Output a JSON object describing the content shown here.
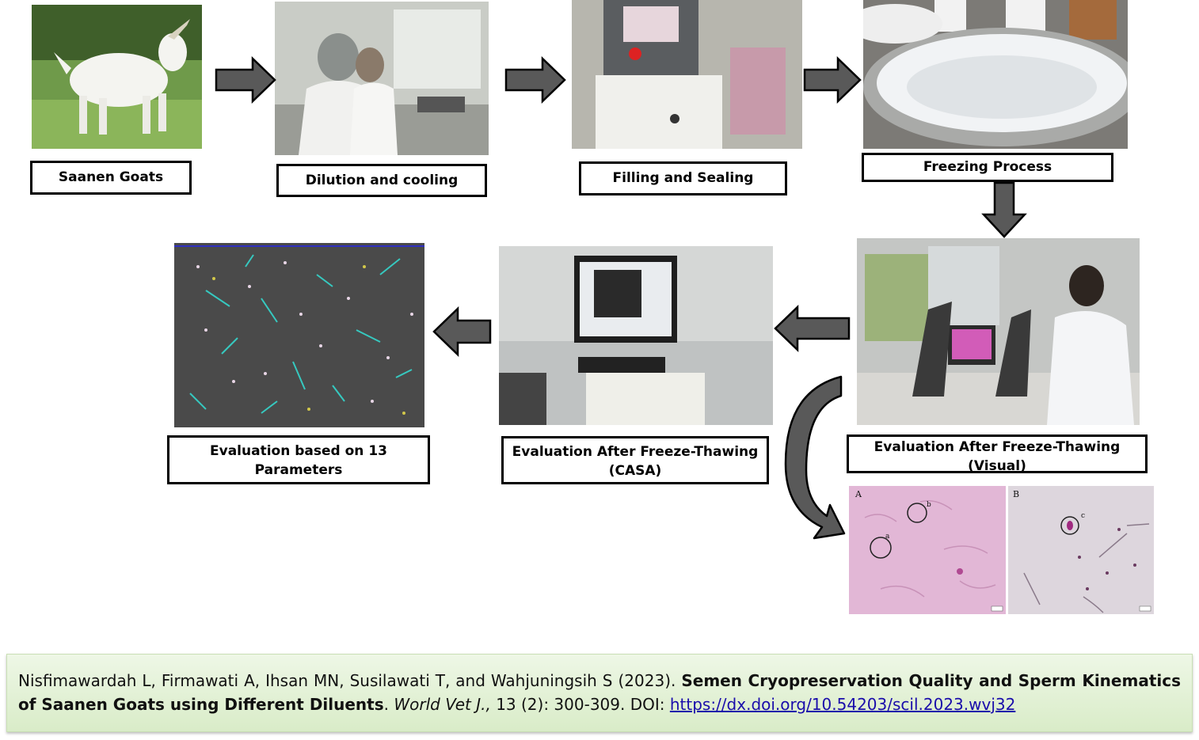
{
  "steps": [
    {
      "id": "goats",
      "label": "Saanen Goats"
    },
    {
      "id": "dilution",
      "label": "Dilution and cooling"
    },
    {
      "id": "filling",
      "label": "Filling and Sealing"
    },
    {
      "id": "freezing",
      "label": "Freezing Process"
    },
    {
      "id": "visual",
      "label_line1": "Evaluation After Freeze-Thawing",
      "label_line2": "(Visual)"
    },
    {
      "id": "casa",
      "label_line1": "Evaluation After Freeze-Thawing",
      "label_line2": "(CASA)"
    },
    {
      "id": "params",
      "label_line1": "Evaluation based on 13",
      "label_line2": "Parameters"
    }
  ],
  "micrograph": {
    "panel_a": "A",
    "panel_b": "B",
    "mark_a": "a",
    "mark_b": "b",
    "mark_c": "c"
  },
  "citation": {
    "authors": "Nisfimawardah L, Firmawati A, Ihsan MN, Susilawati T, and Wahjuningsih S (2023). ",
    "title": "Semen Cryopreservation Quality and Sperm Kinematics of Saanen Goats using Different Diluents",
    "after_title": ". ",
    "journal": "World Vet J.,",
    "details": " 13 (2): 300-309. DOI: ",
    "doi": "https://dx.doi.org/10.54203/scil.2023.wvj32"
  },
  "colors": {
    "arrow_fill": "#595959",
    "arrow_stroke": "#000000",
    "citation_bg": "#e3f1d6",
    "link": "#1a0dab"
  }
}
